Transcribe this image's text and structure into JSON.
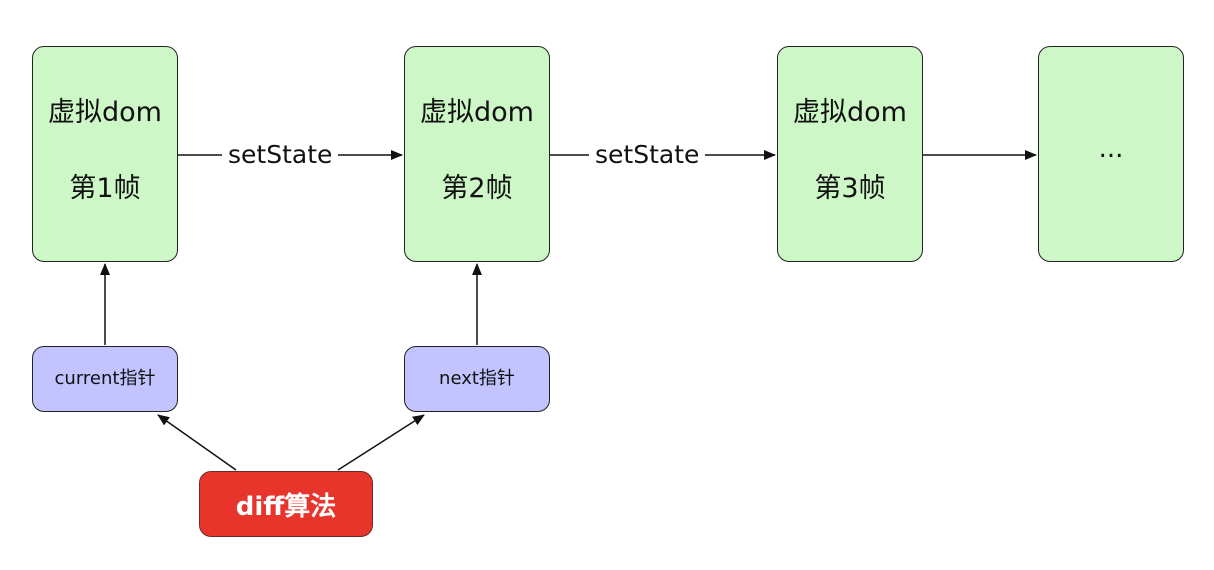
{
  "frames": [
    {
      "title": "虚拟dom",
      "subtitle": "第1帧"
    },
    {
      "title": "虚拟dom",
      "subtitle": "第2帧"
    },
    {
      "title": "虚拟dom",
      "subtitle": "第3帧"
    },
    {
      "title": "...",
      "subtitle": ""
    }
  ],
  "transitions": [
    {
      "label": "setState"
    },
    {
      "label": "setState"
    }
  ],
  "pointers": {
    "current": "current指针",
    "next": "next指针"
  },
  "algorithm": {
    "label": "diff算法"
  },
  "colors": {
    "frame_fill": "#cdf7c6",
    "pointer_fill": "#c3c3ff",
    "algorithm_fill": "#e8352b",
    "stroke": "#222222"
  }
}
